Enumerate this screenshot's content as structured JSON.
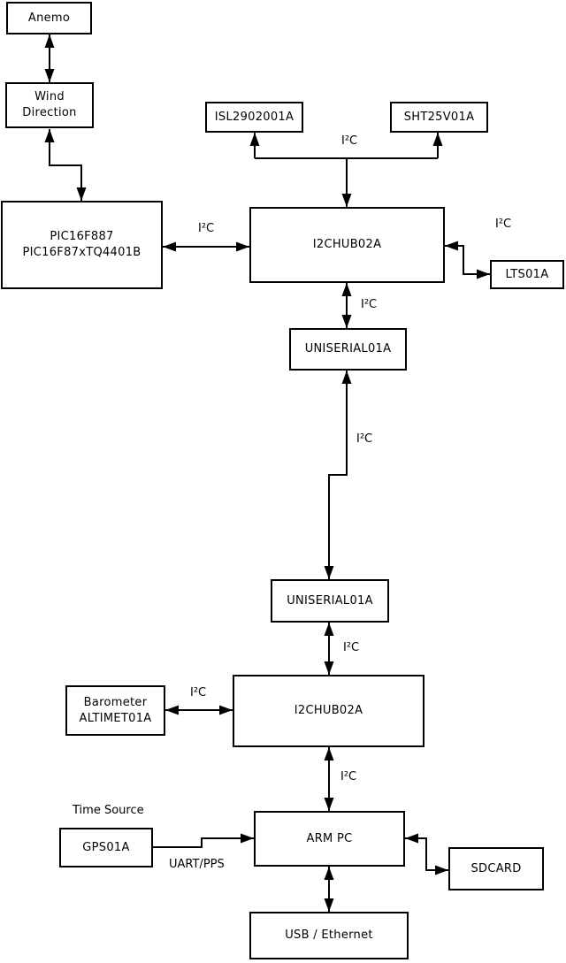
{
  "diagram": {
    "type": "block-diagram",
    "background": "#ffffff",
    "line_color": "#000000",
    "nodes": {
      "anemo": {
        "label": "Anemo"
      },
      "wind_direction": {
        "label": "Wind\nDirection"
      },
      "pic": {
        "label": "PIC16F887\nPIC16F87xTQ4401B"
      },
      "isl": {
        "label": "ISL2902001A"
      },
      "sht": {
        "label": "SHT25V01A"
      },
      "hub1": {
        "label": "I2CHUB02A"
      },
      "lts": {
        "label": "LTS01A"
      },
      "uniserial1": {
        "label": "UNISERIAL01A"
      },
      "uniserial2": {
        "label": "UNISERIAL01A"
      },
      "barometer": {
        "label": "Barometer\nALTIMET01A"
      },
      "hub2": {
        "label": "I2CHUB02A"
      },
      "gps": {
        "label": "GPS01A"
      },
      "armpc": {
        "label": "ARM PC"
      },
      "sdcard": {
        "label": "SDCARD"
      },
      "usb": {
        "label": "USB / Ethernet"
      }
    },
    "edge_labels": {
      "i2c_pic_hub": "I²C",
      "i2c_sensor_bus": "I²C",
      "i2c_lts": "I²C",
      "i2c_hub_serial": "I²C",
      "i2c_serial_link": "I²C",
      "i2c_serial_hub2": "I²C",
      "i2c_barometer": "I²C",
      "i2c_hub2_arm": "I²C",
      "time_source": "Time Source",
      "uart_pps": "UART/PPS"
    },
    "edges": [
      {
        "from": "anemo",
        "to": "wind_direction",
        "arrows": "both",
        "label": ""
      },
      {
        "from": "wind_direction",
        "to": "pic",
        "arrows": "both",
        "label": ""
      },
      {
        "from": "pic",
        "to": "hub1",
        "arrows": "both",
        "label": "I²C"
      },
      {
        "from": "hub1",
        "to": "isl",
        "arrows": "to",
        "label": "I²C"
      },
      {
        "from": "hub1",
        "to": "sht",
        "arrows": "to",
        "label": "I²C"
      },
      {
        "from": "hub1",
        "to": "lts",
        "arrows": "both",
        "label": "I²C"
      },
      {
        "from": "hub1",
        "to": "uniserial1",
        "arrows": "both",
        "label": "I²C"
      },
      {
        "from": "uniserial1",
        "to": "uniserial2",
        "arrows": "both",
        "label": "I²C"
      },
      {
        "from": "uniserial2",
        "to": "hub2",
        "arrows": "both",
        "label": "I²C"
      },
      {
        "from": "barometer",
        "to": "hub2",
        "arrows": "both",
        "label": "I²C"
      },
      {
        "from": "hub2",
        "to": "armpc",
        "arrows": "both",
        "label": "I²C"
      },
      {
        "from": "gps",
        "to": "armpc",
        "arrows": "to",
        "label": "UART/PPS"
      },
      {
        "from": "armpc",
        "to": "sdcard",
        "arrows": "both",
        "label": ""
      },
      {
        "from": "armpc",
        "to": "usb",
        "arrows": "both",
        "label": ""
      }
    ]
  }
}
